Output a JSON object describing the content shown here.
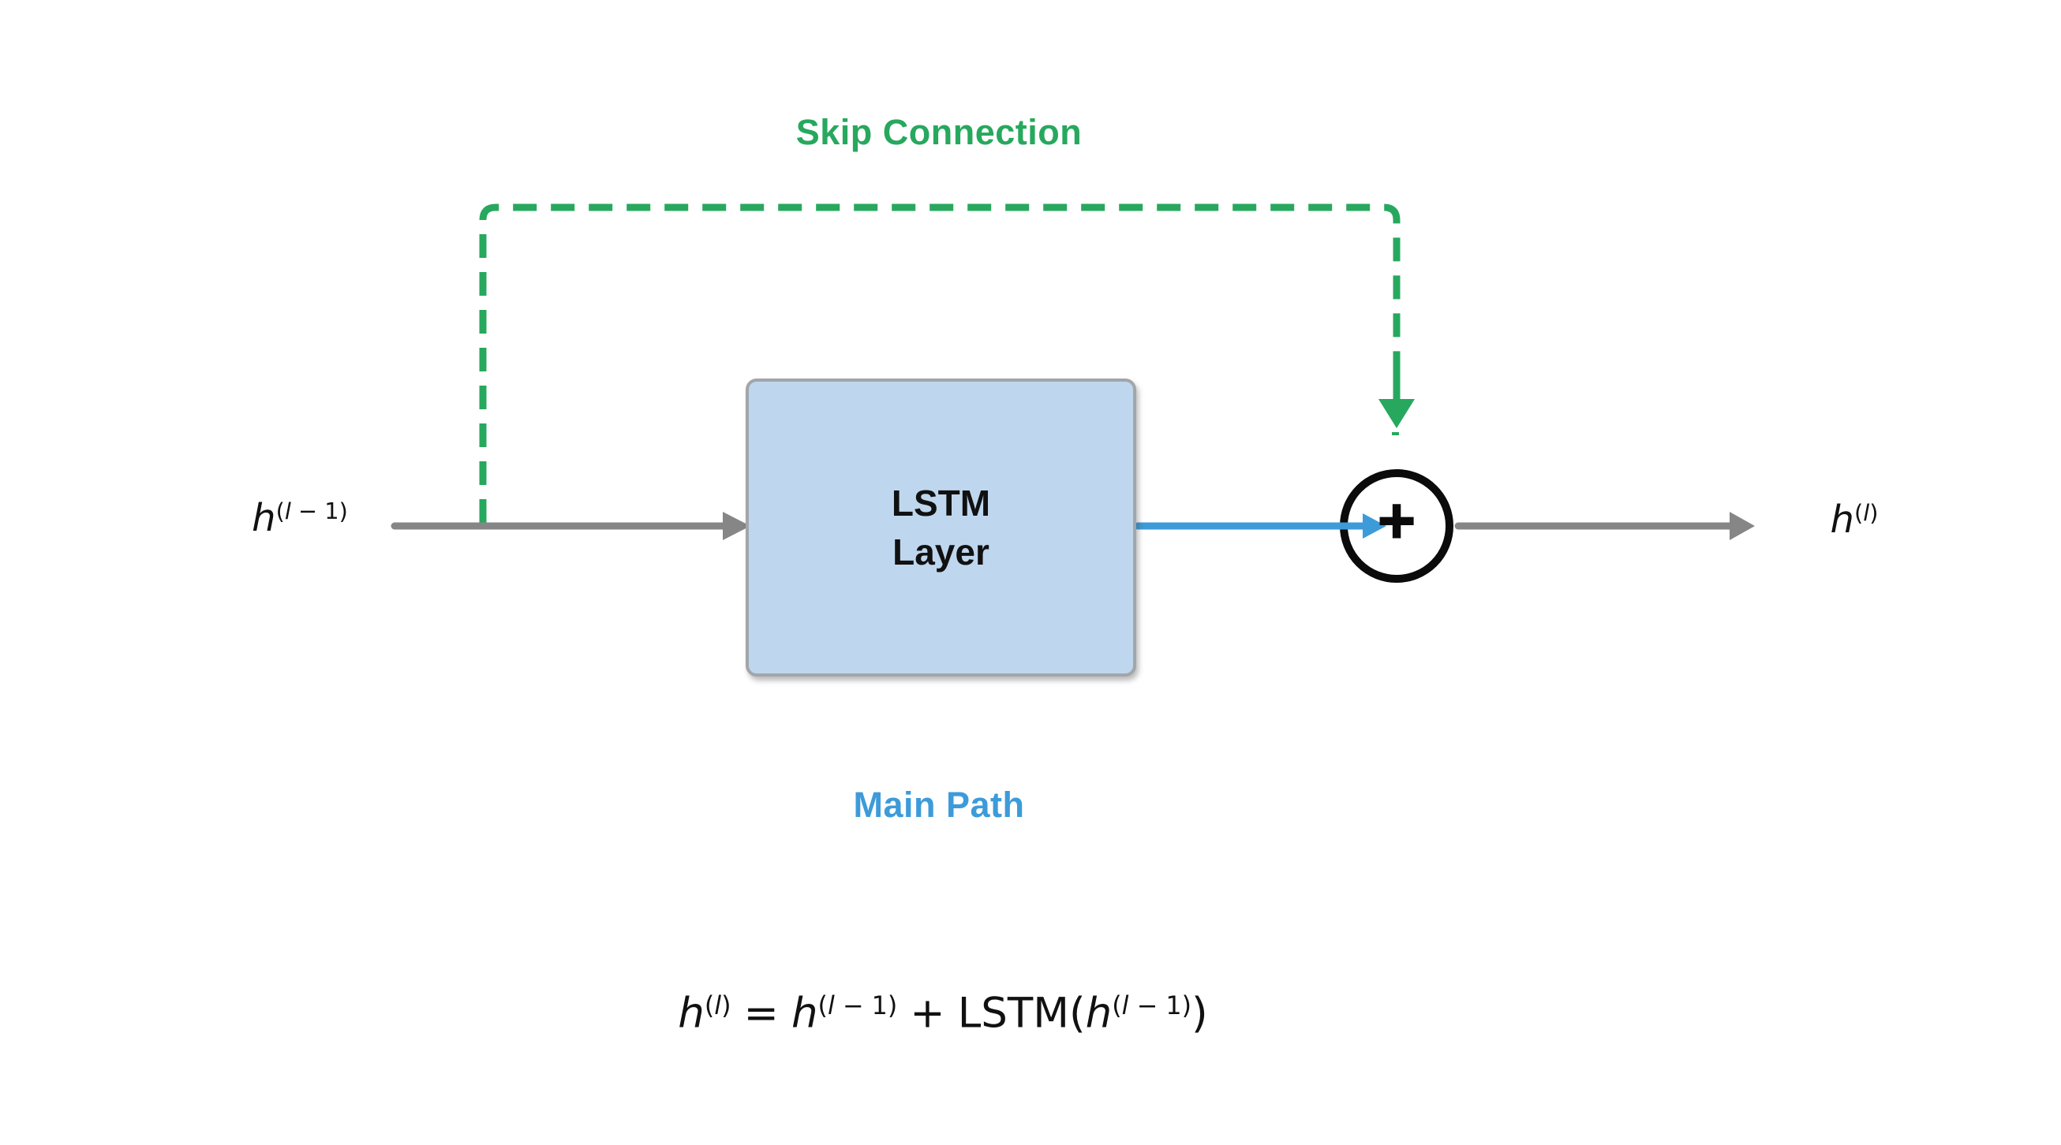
{
  "page": {
    "background": "#ffffff"
  },
  "colors": {
    "skip_green": "#27a85e",
    "main_blue": "#3d9bd9",
    "line_gray": "#868686",
    "box_fill": "#bed7ee",
    "box_border": "#a2a6aa",
    "node_black": "#0b0b0b",
    "text_dark": "#111111"
  },
  "diagram": {
    "skip_label": "Skip Connection",
    "main_label": "Main Path",
    "box": {
      "line1": "LSTM",
      "line2": "Layer"
    },
    "sum_symbol": "+",
    "input_label": {
      "base": "h",
      "sup_open": "(",
      "sup_var": "l",
      "sup_rest": " − 1)"
    },
    "output_label": {
      "base": "h",
      "sup_open": "(",
      "sup_var": "l",
      "sup_rest": ")"
    },
    "formula": {
      "lhs_base": "h",
      "lhs_sup_open": "(",
      "lhs_sup_var": "l",
      "lhs_sup_rest": ")",
      "equals": "=",
      "rhs1_base": "h",
      "rhs1_sup_open": "(",
      "rhs1_sup_var": "l",
      "rhs1_sup_rest": " − 1)",
      "plus": "+",
      "func_open": "LSTM(",
      "rhs2_base": "h",
      "rhs2_sup_open": "(",
      "rhs2_sup_var": "l",
      "rhs2_sup_rest": " − 1)",
      "func_close": ")"
    },
    "icons": {
      "skip_arrowhead": "arrow-down-icon",
      "input_arrowhead": "arrow-right-icon",
      "main_arrowhead": "arrow-right-icon",
      "output_arrowhead": "arrow-right-icon",
      "sum_node": "plus-in-circle-icon"
    }
  }
}
